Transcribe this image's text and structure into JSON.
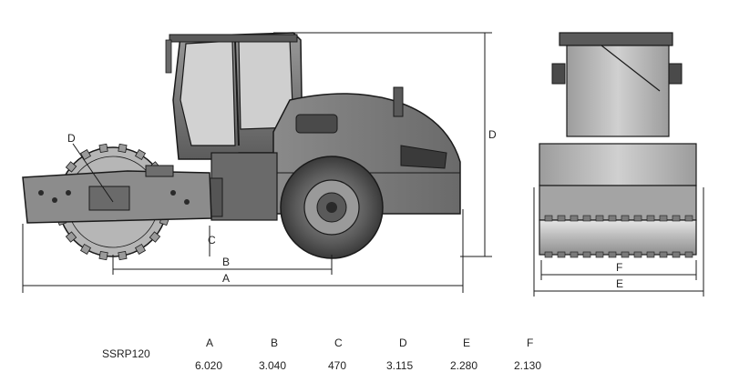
{
  "colors": {
    "line": "#1a1a1a",
    "body": "#7a7a7a",
    "body_light": "#a8a8a8",
    "body_dark": "#4a4a4a",
    "glass": "#d4d4d4",
    "drum": "#b0b0b0",
    "drum_light": "#d9d9d9"
  },
  "dimension_labels": {
    "a": "A",
    "b": "B",
    "c": "C",
    "d": "D",
    "d_drum": "D",
    "e": "E",
    "f": "F"
  },
  "specs": {
    "model": "SSRP120",
    "headers": [
      "A",
      "B",
      "C",
      "D",
      "E",
      "F"
    ],
    "values": [
      "6.020",
      "3.040",
      "470",
      "3.115",
      "2.280",
      "2.130"
    ]
  }
}
